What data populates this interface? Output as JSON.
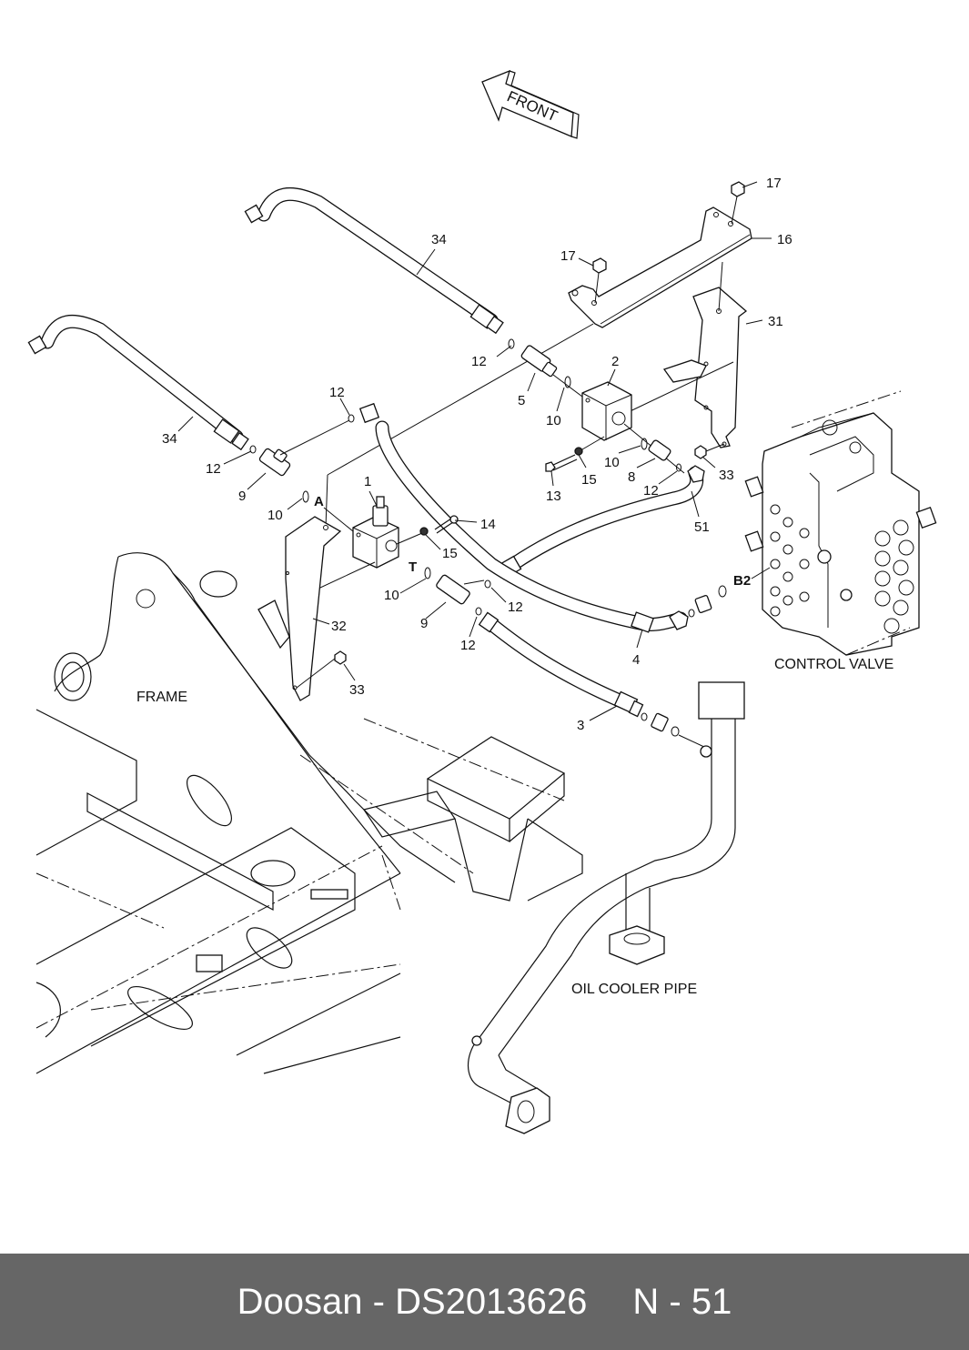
{
  "diagram": {
    "direction_arrow": "FRONT",
    "captions": {
      "frame": "FRAME",
      "control_valve": "CONTROL VALVE",
      "oil_cooler_pipe": "OIL COOLER PIPE"
    },
    "ports": {
      "a": "A",
      "t": "T",
      "b2": "B2"
    },
    "callouts": {
      "c17a": "17",
      "c17b": "17",
      "c16": "16",
      "c31": "31",
      "c34a": "34",
      "c34b": "34",
      "c12a": "12",
      "c12b": "12",
      "c12c": "12",
      "c12d": "12",
      "c12e": "12",
      "c12f": "12",
      "c2": "2",
      "c5": "5",
      "c10a": "10",
      "c10b": "10",
      "c10c": "10",
      "c10d": "10",
      "c8": "8",
      "c13": "13",
      "c15a": "15",
      "c15b": "15",
      "c33a": "33",
      "c33b": "33",
      "c51": "51",
      "c9a": "9",
      "c9b": "9",
      "c1": "1",
      "c14": "14",
      "c32": "32",
      "c4": "4",
      "c3": "3"
    }
  },
  "footer": {
    "brand": "Doosan",
    "part_number": "DS2013626",
    "page_ref": "N - 51",
    "separator": "-"
  },
  "colors": {
    "footer_bg": "#666666",
    "footer_text": "#ffffff",
    "line": "#111111"
  }
}
